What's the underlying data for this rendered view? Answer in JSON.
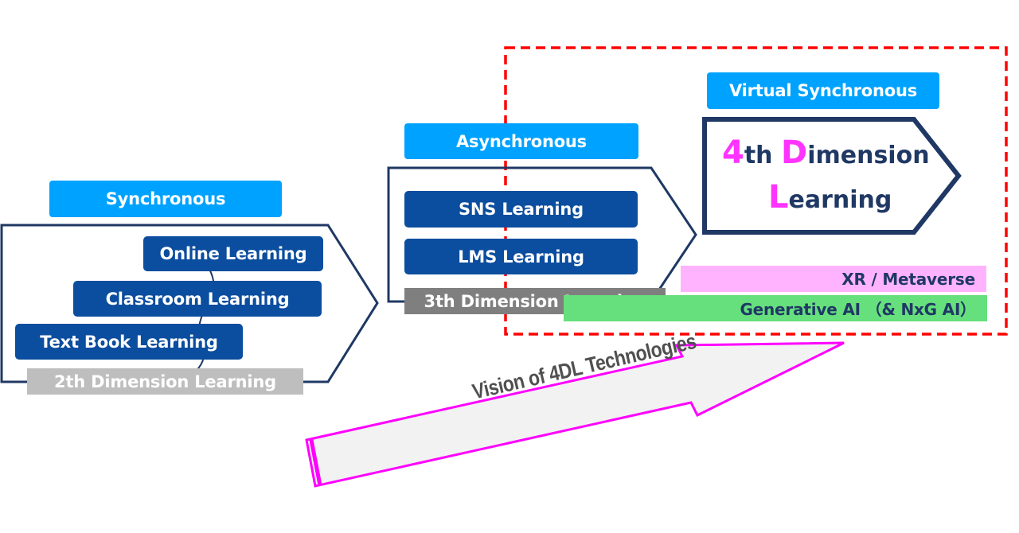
{
  "columns": {
    "synchronous": {
      "header": "Synchronous",
      "items": [
        "Online Learning",
        "Classroom Learning",
        "Text Book Learning"
      ],
      "dimension_label": "2th Dimension Learning"
    },
    "asynchronous": {
      "header": "Asynchronous",
      "items": [
        "SNS Learning",
        "LMS Learning"
      ],
      "dimension_label": "3th Dimension Learning"
    },
    "virtual": {
      "header": "Virtual Synchronous",
      "title_line1_initial": "4",
      "title_line1_suffix": "th ",
      "title_line1_initial2": "D",
      "title_line1_rest": "imension",
      "title_line2_initial": "L",
      "title_line2_rest": "earning",
      "technologies": [
        "XR / Metaverse",
        "Generative AI （& NxG AI）"
      ]
    }
  },
  "vision_arrow_label": "Vision of 4DL Technologies",
  "colors": {
    "header_blue": "#00a2ff",
    "box_navy": "#0b4d9e",
    "outline_navy": "#1f3864",
    "dashed_red": "#ff0000",
    "magenta": "#ff33ff",
    "xr_pink": "#ffb3ff",
    "gen_green": "#66df7d"
  }
}
